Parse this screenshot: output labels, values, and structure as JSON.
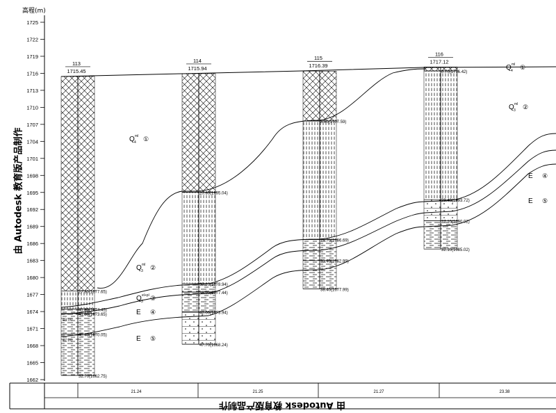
{
  "axis": {
    "title": "高程(m)",
    "ticks": [
      "1725",
      "1722",
      "1719",
      "1716",
      "1713",
      "1710",
      "1707",
      "1704",
      "1701",
      "1698",
      "1695",
      "1692",
      "1689",
      "1686",
      "1683",
      "1680",
      "1677",
      "1674",
      "1671",
      "1668",
      "1665",
      "1662"
    ]
  },
  "boreholes": [
    {
      "id": "113",
      "top": "1715.45",
      "layers": [
        {
          "label": "27.80(1677.65)",
          "value": 1677.65
        },
        {
          "label": "41.80(1674.45)",
          "value": 1674.45
        },
        {
          "label": "41.80(1673.65)",
          "value": 1673.65
        },
        {
          "label": "45.40(1670.05)",
          "value": 1670.05
        },
        {
          "label": "52.70(1662.75)",
          "value": 1662.75
        }
      ],
      "marks": [
        "43.00",
        "47.20"
      ]
    },
    {
      "id": "114",
      "top": "1715.94",
      "layers": [
        {
          "label": "20.60(1695.04)",
          "value": 1695.04
        },
        {
          "label": "37.20(1678.94)",
          "value": 1678.94
        },
        {
          "label": "38.50(1677.44)",
          "value": 1677.44
        },
        {
          "label": "42.00(1673.94)",
          "value": 1673.94
        },
        {
          "label": "47.70(1668.24)",
          "value": 1668.24
        }
      ],
      "marks": []
    },
    {
      "id": "115",
      "top": "1716.39",
      "layers": [
        {
          "label": "8.80(1707.59)",
          "value": 1707.59
        },
        {
          "label": "29.70(1686.69)",
          "value": 1686.69
        },
        {
          "label": "33.40(1682.99)",
          "value": 1682.99
        },
        {
          "label": "38.40(1677.99)",
          "value": 1677.99
        }
      ],
      "marks": []
    },
    {
      "id": "116",
      "top": "1717.12",
      "layers": [
        {
          "label": "0.70(1716.42)",
          "value": 1716.42
        },
        {
          "label": "23.40(1693.72)",
          "value": 1693.72
        },
        {
          "label": "27.10(1690.02)",
          "value": 1690.02
        },
        {
          "label": "32.10(1685.02)",
          "value": 1685.02
        }
      ],
      "marks": []
    }
  ],
  "strata_labels": [
    {
      "text": "Q",
      "sup": "ml",
      "sub": "4",
      "num": "①"
    },
    {
      "text": "Q",
      "sup": "ml",
      "sub": "3",
      "num": "②"
    },
    {
      "text": "Q",
      "sup": "el+pl",
      "sub": "3",
      "num": "③"
    },
    {
      "text": "E",
      "num": "④"
    },
    {
      "text": "E",
      "num": "⑤"
    },
    {
      "text": "Q",
      "sup": "ml",
      "sub": "4",
      "num": "①"
    },
    {
      "text": "Q",
      "sup": "ml",
      "sub": "3",
      "num": "②"
    },
    {
      "text": "E",
      "num": "④"
    },
    {
      "text": "E",
      "num": "⑤"
    }
  ],
  "distances": [
    "21.24",
    "21.25",
    "21.27",
    "23.38"
  ],
  "watermark": "由 Autodesk 教育版产品制作"
}
